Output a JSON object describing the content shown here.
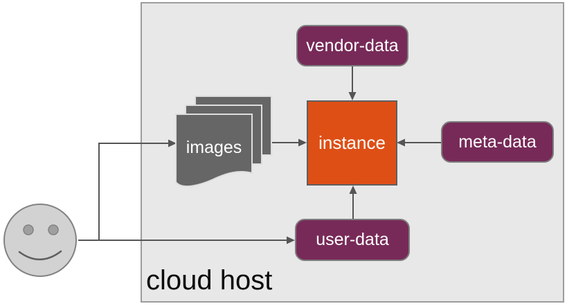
{
  "diagram": {
    "host": {
      "label": "cloud host"
    },
    "nodes": {
      "vendor_data": {
        "label": "vendor-data"
      },
      "meta_data": {
        "label": "meta-data"
      },
      "user_data": {
        "label": "user-data"
      },
      "instance": {
        "label": "instance"
      },
      "images": {
        "label": "images"
      }
    },
    "actor": {
      "name": "user"
    },
    "edges": [
      {
        "from": "user",
        "to": "images",
        "direction": "right"
      },
      {
        "from": "user",
        "to": "user-data",
        "direction": "right"
      },
      {
        "from": "images",
        "to": "instance",
        "direction": "right"
      },
      {
        "from": "vendor-data",
        "to": "instance",
        "direction": "down"
      },
      {
        "from": "meta-data",
        "to": "instance",
        "direction": "left"
      },
      {
        "from": "user-data",
        "to": "instance",
        "direction": "up"
      }
    ]
  },
  "theme": {
    "aubergine": "#772a58",
    "orange": "#de4f16",
    "page-gray": "#666666",
    "line-gray": "#555555",
    "host-bg": "#e8e8e8",
    "host-border": "#9c9c9c",
    "smiley-fill": "#d2d2d2",
    "smiley-stroke": "#828282",
    "eye-fill": "#9f9f9f",
    "text-light": "#ffffff",
    "text-dark": "#0a0a0a"
  }
}
